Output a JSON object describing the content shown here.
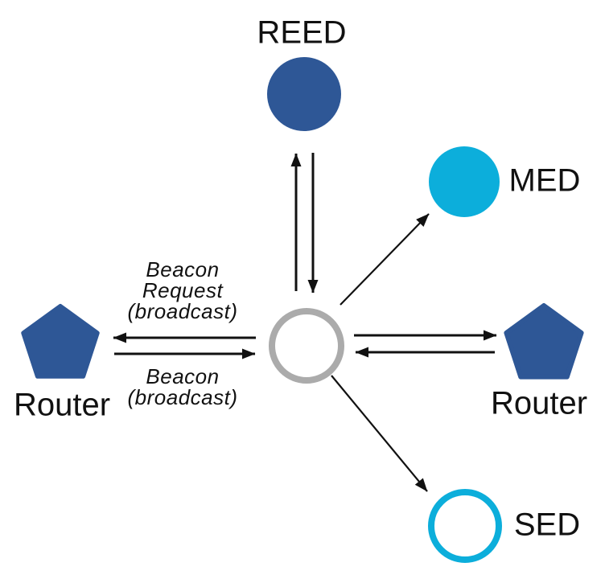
{
  "diagram": {
    "description": "Network joining topology with a central joiner node exchanging beacons with routers and end devices",
    "colors": {
      "node_blue": "#2e5796",
      "node_cyan": "#0caedb",
      "center_gray": "#ababab",
      "arrow_black": "#111111",
      "label_black": "#111111",
      "background": "#ffffff"
    },
    "nodes": {
      "reed": {
        "label": "REED",
        "shape": "circle",
        "style": "filled",
        "color": "#2e5796"
      },
      "med": {
        "label": "MED",
        "shape": "circle",
        "style": "filled",
        "color": "#0caedb"
      },
      "router_left": {
        "label": "Router",
        "shape": "pentagon",
        "style": "filled",
        "color": "#2e5796"
      },
      "center": {
        "label": "",
        "shape": "circle",
        "style": "outline",
        "color": "#ababab"
      },
      "router_right": {
        "label": "Router",
        "shape": "pentagon",
        "style": "filled",
        "color": "#2e5796"
      },
      "sed": {
        "label": "SED",
        "shape": "circle",
        "style": "outline",
        "color": "#0caedb"
      }
    },
    "edge_labels": {
      "beacon_request": [
        "Beacon",
        "Request",
        "(broadcast)"
      ],
      "beacon": [
        "Beacon",
        "(broadcast)"
      ]
    },
    "edges": [
      {
        "from": "center",
        "to": "reed",
        "arrow": "single"
      },
      {
        "from": "reed",
        "to": "center",
        "arrow": "single"
      },
      {
        "from": "center",
        "to": "router_left",
        "arrow": "single",
        "label": "Beacon Request (broadcast)"
      },
      {
        "from": "router_left",
        "to": "center",
        "arrow": "single",
        "label": "Beacon (broadcast)"
      },
      {
        "from": "center",
        "to": "router_right",
        "arrow": "single"
      },
      {
        "from": "router_right",
        "to": "center",
        "arrow": "single"
      },
      {
        "from": "center",
        "to": "med",
        "arrow": "single"
      },
      {
        "from": "center",
        "to": "sed",
        "arrow": "single"
      }
    ]
  }
}
